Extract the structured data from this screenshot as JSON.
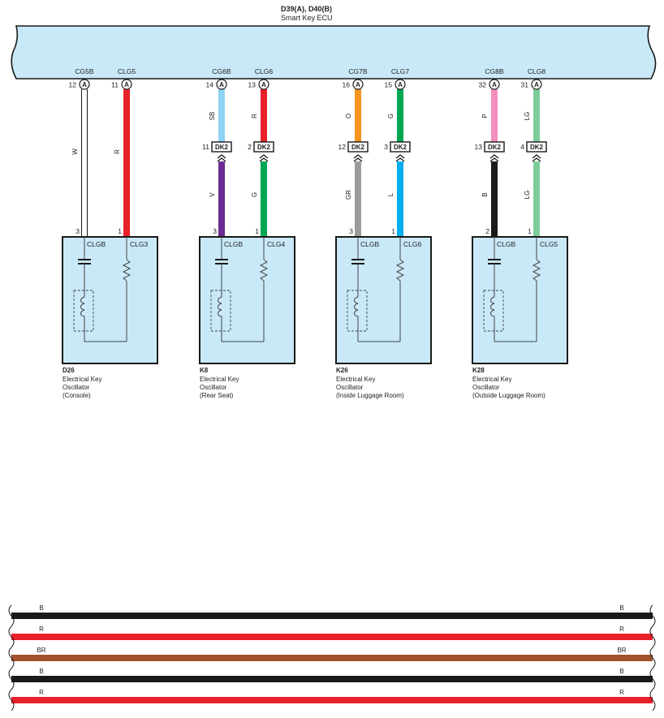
{
  "ecu": {
    "title": "D39(A), D40(B)",
    "name": "Smart Key ECU",
    "connector_letter": "A"
  },
  "inline_connector_label": "DK2",
  "colors": {
    "ecu_fill": "#c9e9f8",
    "module_fill": "#c9e9f8",
    "outline": "#1a1a1a",
    "W": "#ffffff",
    "R": "#e8202a",
    "SB": "#8fd3f3",
    "V": "#6a2c91",
    "G": "#00a651",
    "O": "#f7941d",
    "GR": "#9b9b9b",
    "L": "#00aeef",
    "P": "#f38fbf",
    "B": "#1a1a1a",
    "LG": "#7fcc9b",
    "BR": "#a0522d"
  },
  "oscillators": [
    {
      "id": "D26",
      "line1": "Electrical Key",
      "line2": "Oscillator",
      "line3": "(Console)",
      "clgb_label": "CLGB",
      "clg_label": "CLG3",
      "wires": [
        {
          "ecu_pin": "12",
          "ecu_name": "CG5B",
          "upper_color": "W",
          "inline_pin": "",
          "lower_color": "",
          "module_pin": "3"
        },
        {
          "ecu_pin": "11",
          "ecu_name": "CLG5",
          "upper_color": "R",
          "inline_pin": "",
          "lower_color": "",
          "module_pin": "1"
        }
      ]
    },
    {
      "id": "K8",
      "line1": "Electrical Key",
      "line2": "Oscillator",
      "line3": "(Rear Seat)",
      "clgb_label": "CLGB",
      "clg_label": "CLG4",
      "wires": [
        {
          "ecu_pin": "14",
          "ecu_name": "CG6B",
          "upper_color": "SB",
          "inline_pin": "11",
          "lower_color": "V",
          "module_pin": "3"
        },
        {
          "ecu_pin": "13",
          "ecu_name": "CLG6",
          "upper_color": "R",
          "inline_pin": "2",
          "lower_color": "G",
          "module_pin": "1"
        }
      ]
    },
    {
      "id": "K26",
      "line1": "Electrical Key",
      "line2": "Oscillator",
      "line3": "(Inside Luggage Room)",
      "clgb_label": "CLGB",
      "clg_label": "CLG6",
      "wires": [
        {
          "ecu_pin": "16",
          "ecu_name": "CG7B",
          "upper_color": "O",
          "inline_pin": "12",
          "lower_color": "GR",
          "module_pin": "3"
        },
        {
          "ecu_pin": "15",
          "ecu_name": "CLG7",
          "upper_color": "G",
          "inline_pin": "3",
          "lower_color": "L",
          "module_pin": "1"
        }
      ]
    },
    {
      "id": "K28",
      "line1": "Electrical Key",
      "line2": "Oscillator",
      "line3": "(Outside Luggage Room)",
      "clgb_label": "CLGB",
      "clg_label": "CLG5",
      "wires": [
        {
          "ecu_pin": "32",
          "ecu_name": "CG8B",
          "upper_color": "P",
          "inline_pin": "13",
          "lower_color": "B",
          "module_pin": "2"
        },
        {
          "ecu_pin": "31",
          "ecu_name": "CLG8",
          "upper_color": "LG",
          "inline_pin": "4",
          "lower_color": "LG",
          "module_pin": "1"
        }
      ]
    }
  ],
  "bus_wires": [
    {
      "color": "B"
    },
    {
      "color": "R"
    },
    {
      "color": "BR"
    },
    {
      "color": "B"
    },
    {
      "color": "R"
    }
  ]
}
